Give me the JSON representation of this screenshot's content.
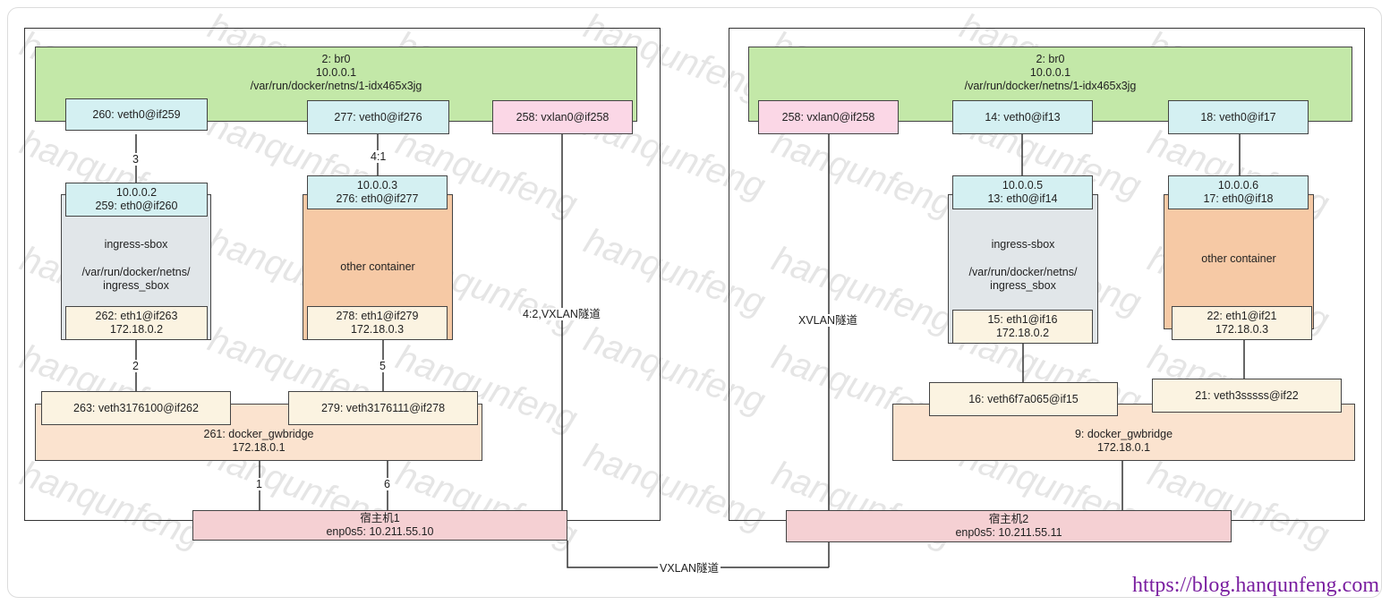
{
  "host1": {
    "br0": {
      "line1": "2: br0",
      "line2": "10.0.0.1",
      "line3": "/var/run/docker/netns/1-idx465x3jg"
    },
    "veth260": "260: veth0@if259",
    "veth277": "277: veth0@if276",
    "vxlan": "258: vxlan0@if258",
    "ingress_eth0": {
      "ip": "10.0.0.2",
      "name": "259: eth0@if260"
    },
    "ingress": {
      "title": "ingress-sbox",
      "path1": "/var/run/docker/netns/",
      "path2": "ingress_sbox"
    },
    "ingress_eth1": {
      "name": "262: eth1@if263",
      "ip": "172.18.0.2"
    },
    "other_eth0": {
      "ip": "10.0.0.3",
      "name": "276: eth0@if277"
    },
    "other": {
      "title": "other container"
    },
    "other_eth1": {
      "name": "278: eth1@if279",
      "ip": "172.18.0.3"
    },
    "gw_veth1": "263: veth3176100@if262",
    "gw_veth2": "279: veth3176111@if278",
    "gwbridge": {
      "name": "261: docker_gwbridge",
      "ip": "172.18.0.1"
    },
    "machine": {
      "name": "宿主机1",
      "iface": "enp0s5:  10.211.55.10"
    },
    "labels": {
      "l3": "3",
      "l41": "4:1",
      "l2": "2",
      "l5": "5",
      "l1": "1",
      "l6": "6",
      "vx": "4:2,VXLAN隧道"
    }
  },
  "host2": {
    "br0": {
      "line1": "2: br0",
      "line2": "10.0.0.1",
      "line3": "/var/run/docker/netns/1-idx465x3jg"
    },
    "vxlan": "258: vxlan0@if258",
    "veth14": "14: veth0@if13",
    "veth18": "18: veth0@if17",
    "ingress_eth0": {
      "ip": "10.0.0.5",
      "name": "13: eth0@if14"
    },
    "ingress": {
      "title": "ingress-sbox",
      "path1": "/var/run/docker/netns/",
      "path2": "ingress_sbox"
    },
    "ingress_eth1": {
      "name": "15: eth1@if16",
      "ip": "172.18.0.2"
    },
    "other_eth0": {
      "ip": "10.0.0.6",
      "name": "17: eth0@if18"
    },
    "other": {
      "title": "other container"
    },
    "other_eth1": {
      "name": "22: eth1@if21",
      "ip": "172.18.0.3"
    },
    "gw_veth1": "16: veth6f7a065@if15",
    "gw_veth2": "21: veth3sssss@if22",
    "gwbridge": {
      "name": "9: docker_gwbridge",
      "ip": "172.18.0.1"
    },
    "machine": {
      "name": "宿主机2",
      "iface": "enp0s5:  10.211.55.11"
    },
    "labels": {
      "vx": "XVLAN隧道"
    }
  },
  "tunnel_label": "VXLAN隧道",
  "watermark": "hanqunfeng",
  "url": "https://blog.hanqunfeng.com"
}
